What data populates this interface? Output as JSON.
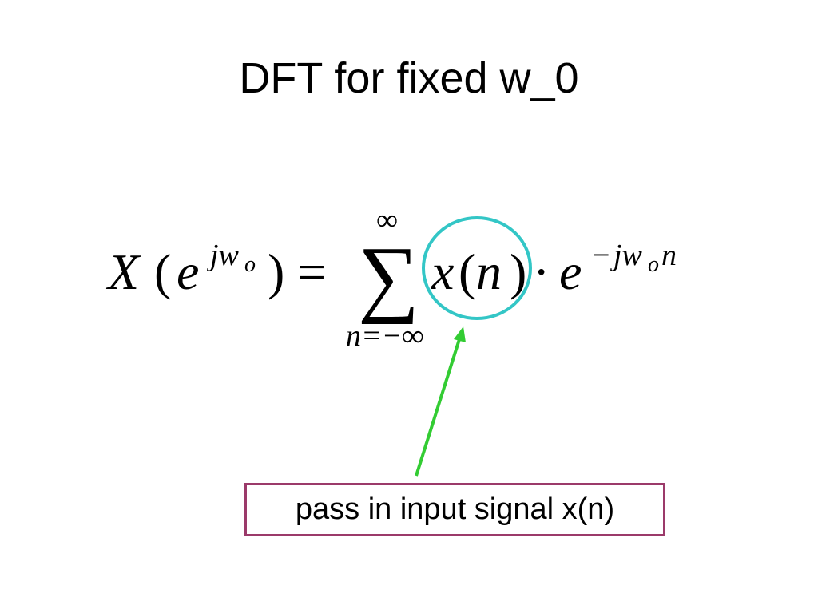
{
  "slide": {
    "title": "DFT for fixed w_0",
    "equation": {
      "lhs_X": "X",
      "lhs_open_paren": "(",
      "lhs_e": "e",
      "lhs_exp_jw": "jw",
      "lhs_exp_sub_o": "o",
      "lhs_close_paren": ")",
      "equals": "=",
      "sum_symbol": "∑",
      "sum_upper": "∞",
      "sum_lower": "n=−∞",
      "term_x": "x",
      "term_open": "(",
      "term_n": "n",
      "term_close": ")",
      "dot": "·",
      "rhs_e": "e",
      "rhs_exp_minus": "−",
      "rhs_exp_jw": "jw",
      "rhs_exp_sub_o": "o",
      "rhs_exp_n": "n"
    },
    "callout": {
      "text": "pass in input signal x(n)",
      "box_color": "#9b3a6a",
      "arrow_color": "#33cc33",
      "highlight_circle_color": "#33c6c6"
    }
  }
}
